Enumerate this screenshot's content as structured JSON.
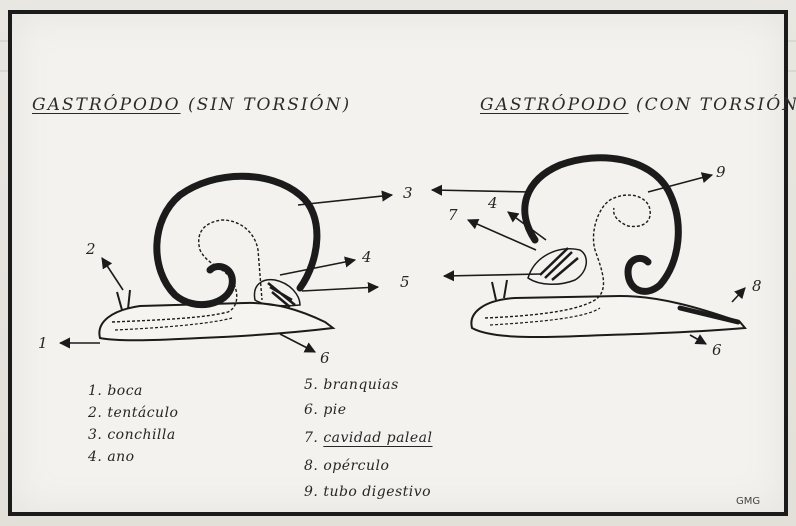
{
  "titles": {
    "left_main": "GASTRÓPODO",
    "left_paren": "(SIN TORSIÓN)",
    "right_main": "GASTRÓPODO",
    "right_paren": "(CON TORSIÓN)"
  },
  "callouts": {
    "left": [
      "1",
      "2",
      "3",
      "4",
      "5",
      "6"
    ],
    "right": [
      "4",
      "6",
      "7",
      "8",
      "9"
    ]
  },
  "legend": [
    {
      "num": "1.",
      "text": "boca"
    },
    {
      "num": "2.",
      "text": "tentáculo"
    },
    {
      "num": "3.",
      "text": "conchilla"
    },
    {
      "num": "4.",
      "text": "ano"
    },
    {
      "num": "5.",
      "text": "branquias"
    },
    {
      "num": "6.",
      "text": "pie"
    },
    {
      "num": "7.",
      "text": "cavidad paleal"
    },
    {
      "num": "8.",
      "text": "opérculo"
    },
    {
      "num": "9.",
      "text": "tubo digestivo"
    }
  ],
  "signature": "GMG",
  "colors": {
    "ink": "#1b1b1b",
    "paper": "#f3f2ee",
    "background": "#e6e4de"
  }
}
